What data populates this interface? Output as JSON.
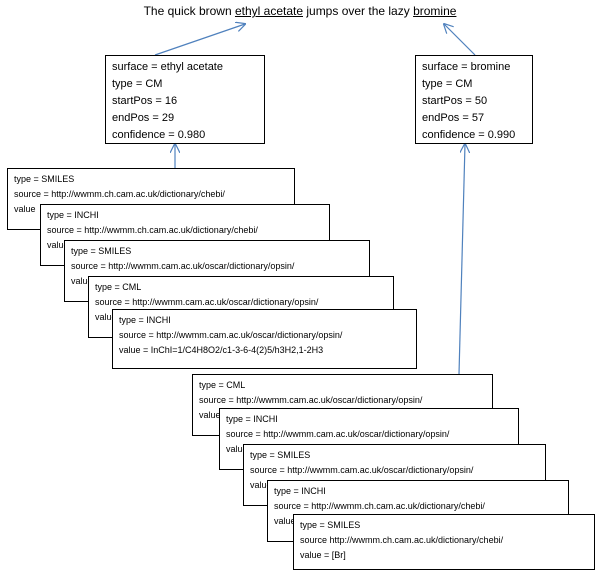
{
  "sentence": {
    "pre": "The quick brown ",
    "entity1": "ethyl acetate",
    "mid": " jumps over the lazy ",
    "entity2": "bromine"
  },
  "entities": [
    {
      "surface": "surface = ethyl acetate",
      "type": "type = CM",
      "startPos": "startPos = 16",
      "endPos": "endPos = 29",
      "confidence": "confidence = 0.980"
    },
    {
      "surface": "surface = bromine",
      "type": "type = CM",
      "startPos": "startPos = 50",
      "endPos": "endPos = 57",
      "confidence": "confidence = 0.990"
    }
  ],
  "cards_left": [
    {
      "type": "type = SMILES",
      "source": "source = http://wwmm.ch.cam.ac.uk/dictionary/chebi/",
      "value": "value"
    },
    {
      "type": "type = INCHI",
      "source": "source = http://wwmm.ch.cam.ac.uk/dictionary/chebi/",
      "value": "value"
    },
    {
      "type": "type = SMILES",
      "source": "source = http://wwmm.cam.ac.uk/oscar/dictionary/opsin/",
      "value": "value"
    },
    {
      "type": "type = CML",
      "source": "source = http://wwmm.cam.ac.uk/oscar/dictionary/opsin/",
      "value": "value"
    },
    {
      "type": "type = INCHI",
      "source": "source = http://wwmm.cam.ac.uk/oscar/dictionary/opsin/",
      "value": "value = InChI=1/C4H8O2/c1-3-6-4(2)5/h3H2,1-2H3"
    }
  ],
  "cards_right": [
    {
      "type": "type = CML",
      "source": "source = http://wwmm.cam.ac.uk/oscar/dictionary/opsin/",
      "value": "value"
    },
    {
      "type": "type = INCHI",
      "source": "source = http://wwmm.cam.ac.uk/oscar/dictionary/opsin/",
      "value": "value"
    },
    {
      "type": "type = SMILES",
      "source": "source = http://wwmm.cam.ac.uk/oscar/dictionary/opsin/",
      "value": "value"
    },
    {
      "type": "type = INCHI",
      "source": "source = http://wwmm.ch.cam.ac.uk/dictionary/chebi/",
      "value": "value"
    },
    {
      "type": "type = SMILES",
      "source": "source http://wwmm.ch.cam.ac.uk/dictionary/chebi/",
      "value": "value = [Br]"
    }
  ],
  "colors": {
    "arrow": "#4f81bd",
    "border": "#000000"
  }
}
